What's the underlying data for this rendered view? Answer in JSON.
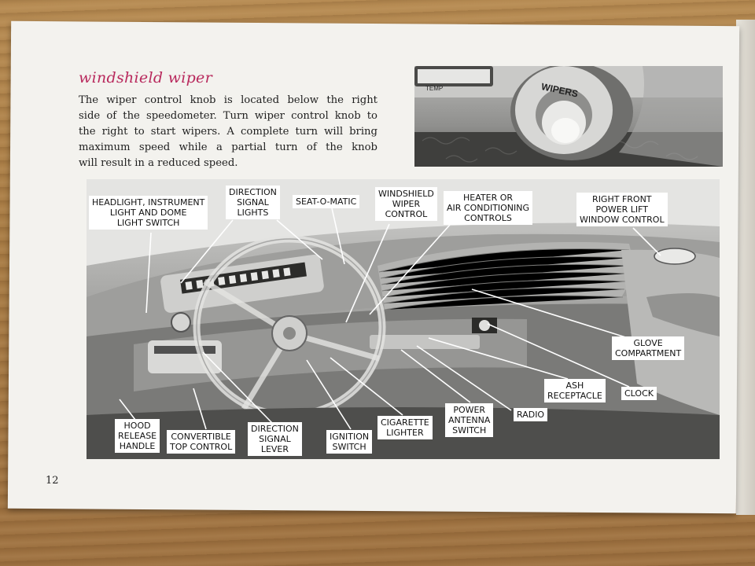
{
  "page": {
    "title": "windshield wiper",
    "paragraph_lines": [
      "The wiper control knob is located below the right",
      "side of the speedometer. Turn wiper control knob to",
      "the right to start wipers. A complete turn will bring",
      "maximum speed while a partial turn of the knob",
      "will result in a reduced speed."
    ],
    "page_number": "12"
  },
  "inset_photo": {
    "gauge_label": "TEMP",
    "knob_label": "WIPERS"
  },
  "callouts": {
    "headlight": [
      "HEADLIGHT, INSTRUMENT",
      "LIGHT AND DOME",
      "LIGHT SWITCH"
    ],
    "direction_signal_lights": [
      "DIRECTION",
      "SIGNAL",
      "LIGHTS"
    ],
    "seat_o_matic": [
      "SEAT-O-MATIC"
    ],
    "windshield_wiper_control": [
      "WINDSHIELD",
      "WIPER",
      "CONTROL"
    ],
    "heater": [
      "HEATER OR",
      "AIR CONDITIONING",
      "CONTROLS"
    ],
    "right_front_window": [
      "RIGHT FRONT",
      "POWER LIFT",
      "WINDOW CONTROL"
    ],
    "glove_compartment": [
      "GLOVE",
      "COMPARTMENT"
    ],
    "ash_receptacle": [
      "ASH",
      "RECEPTACLE"
    ],
    "clock": [
      "CLOCK"
    ],
    "radio": [
      "RADIO"
    ],
    "power_antenna": [
      "POWER",
      "ANTENNA",
      "SWITCH"
    ],
    "cigarette_lighter": [
      "CIGARETTE",
      "LIGHTER"
    ],
    "ignition_switch": [
      "IGNITION",
      "SWITCH"
    ],
    "direction_signal_lever": [
      "DIRECTION",
      "SIGNAL",
      "LEVER"
    ],
    "convertible_top": [
      "CONVERTIBLE",
      "TOP CONTROL"
    ],
    "hood_release": [
      "HOOD",
      "RELEASE",
      "HANDLE"
    ]
  }
}
